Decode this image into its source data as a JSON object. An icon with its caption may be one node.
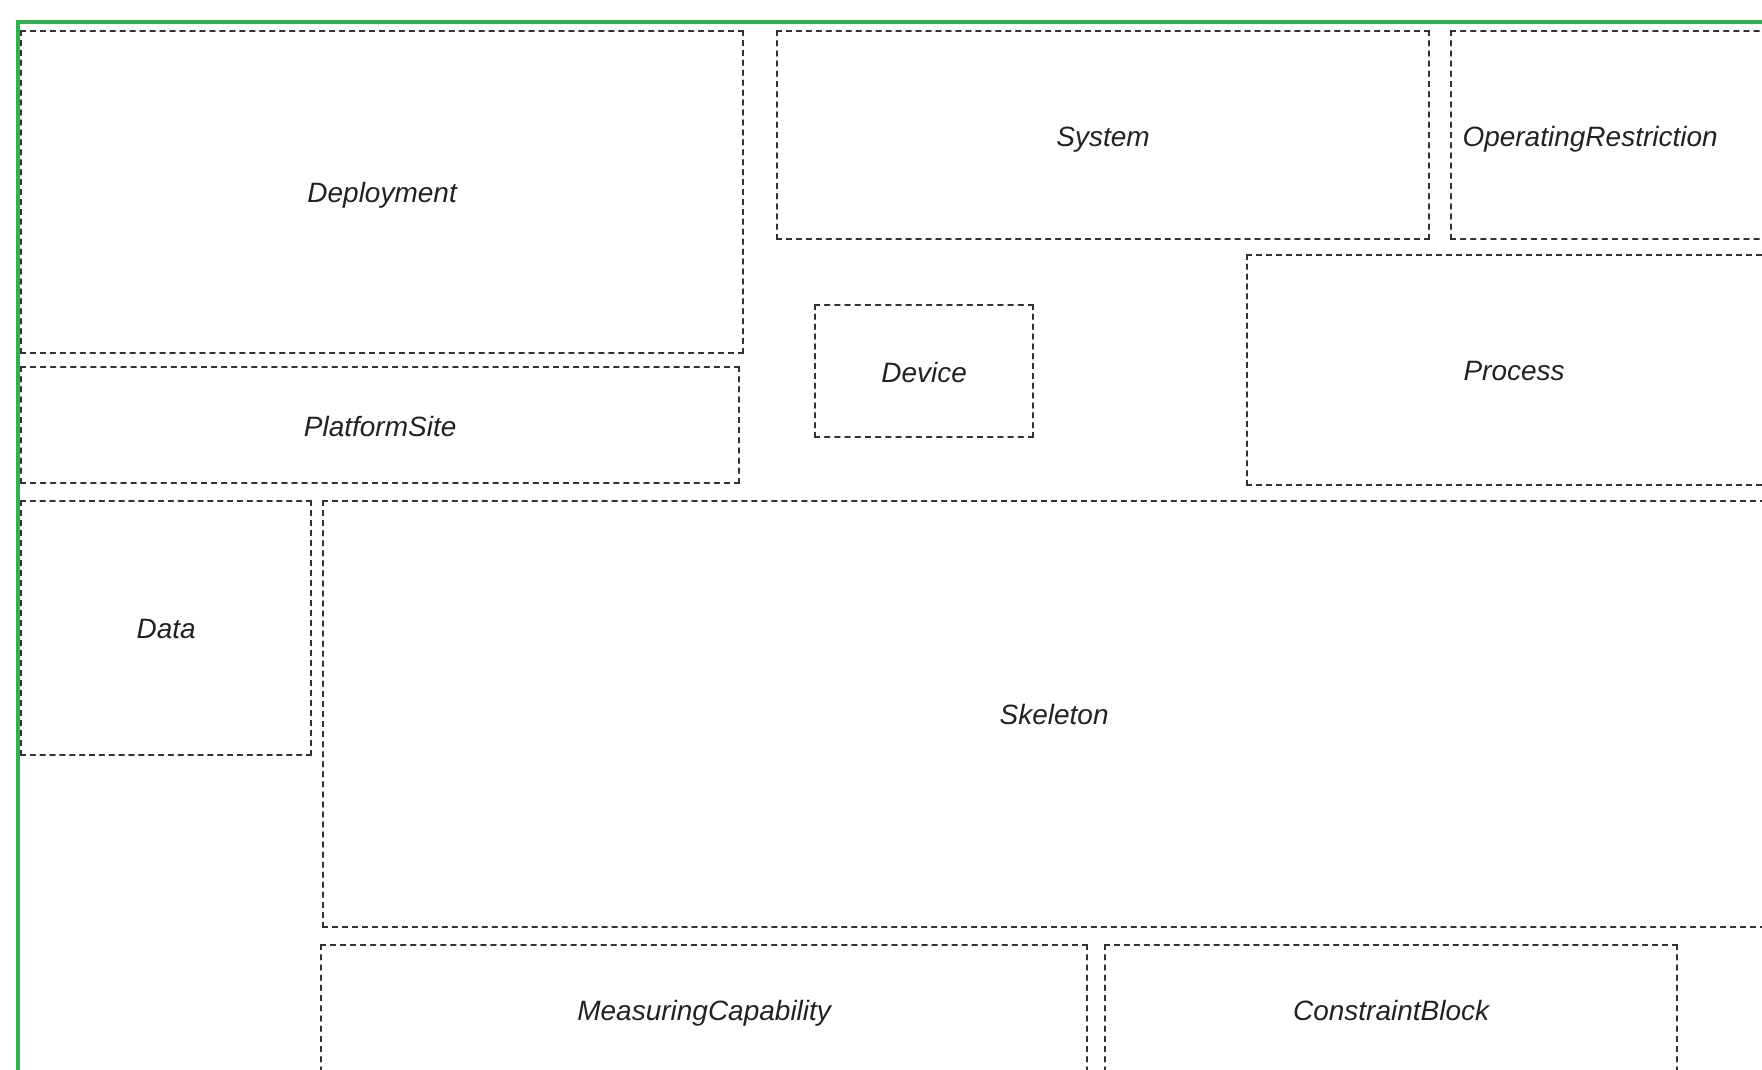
{
  "diagram": {
    "nodes": [
      {
        "text": [
          "Deployment"
        ]
      },
      {
        "text": [
          "System"
        ]
      },
      {
        "text": [
          "OperatingRestriction"
        ]
      },
      {
        "text": [
          "Device"
        ]
      },
      {
        "text": [
          "Process"
        ]
      },
      {
        "text": [
          "PlatformSite"
        ]
      },
      {
        "text": [
          "Data"
        ]
      },
      {
        "text": [
          "Skeleton"
        ]
      },
      {
        "text": [
          "MeasuringCapability"
        ]
      },
      {
        "text": [
          "ConstraintBlock"
        ]
      }
    ]
  }
}
